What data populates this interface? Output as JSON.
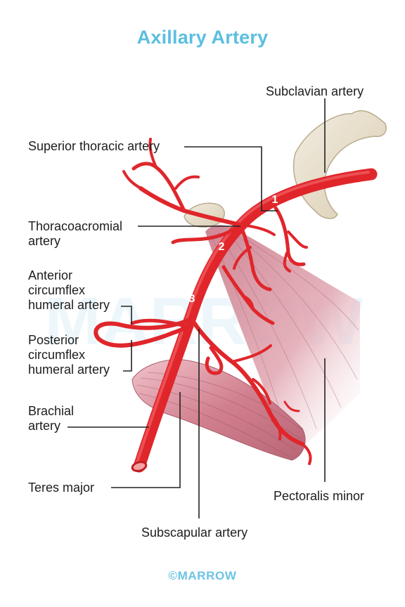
{
  "title": "Axillary Artery",
  "labels": {
    "subclavian": "Subclavian artery",
    "superior_thoracic": "Superior thoracic artery",
    "thoracoacromial": [
      "Thoracoacromial",
      "artery"
    ],
    "anterior_circumflex": [
      "Anterior",
      "circumflex",
      "humeral artery"
    ],
    "posterior_circumflex": [
      "Posterior",
      "circumflex",
      "humeral artery"
    ],
    "brachial": [
      "Brachial",
      "artery"
    ],
    "teres_major": "Teres major",
    "pectoralis_minor": "Pectoralis minor",
    "subscapular": "Subscapular artery"
  },
  "parts": [
    "1",
    "2",
    "3"
  ],
  "watermark": "MARROW",
  "footer": "©MARROW",
  "colors": {
    "title": "#5bbfe0",
    "artery": "#e0262b",
    "artery_dark": "#b3151c",
    "muscle": "#d98a98",
    "bone": "#e6dcc6"
  }
}
